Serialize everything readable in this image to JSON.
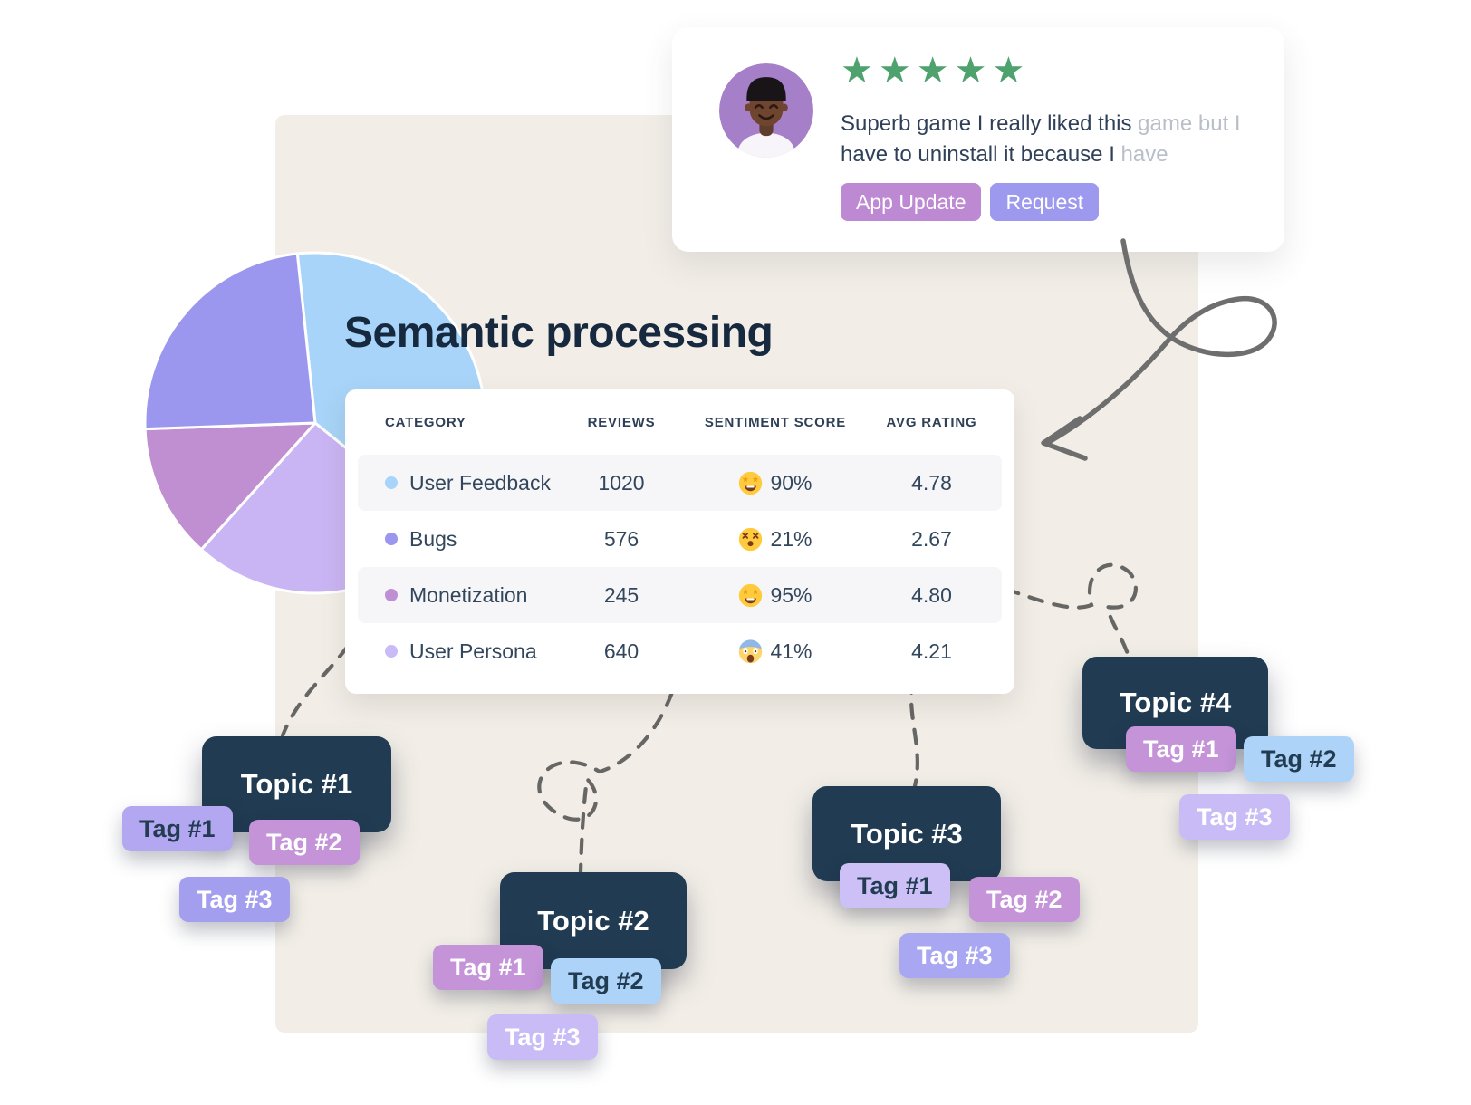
{
  "title": "Semantic processing",
  "colors": {
    "canvas_beige": "#f2eee7",
    "topic_navy": "#213b52",
    "star_green": "#4da26d",
    "mauve": "#c493d8",
    "periwinkle": "#9b96ee",
    "light_blue": "#aed3f8",
    "lavender": "#c9bcf6"
  },
  "review_card": {
    "stars": 5,
    "text_line1_primary": "Superb game I really liked this",
    "text_line1_muted": " game but I",
    "text_line2_primary": "have to uninstall it because I",
    "text_line2_muted": " have",
    "buttons": [
      {
        "label": "App Update",
        "bg": "#bd89d2"
      },
      {
        "label": "Request",
        "bg": "#9c99ef"
      }
    ]
  },
  "table": {
    "headers": [
      "CATEGORY",
      "REVIEWS",
      "SENTIMENT SCORE",
      "AVG RATING"
    ],
    "rows": [
      {
        "category": "User Feedback",
        "dot": "#a7d4f8",
        "reviews": "1020",
        "emoji": "star_struck",
        "score": "90%",
        "rating": "4.78"
      },
      {
        "category": "Bugs",
        "dot": "#9b96ee",
        "reviews": "576",
        "emoji": "dizzy",
        "score": "21%",
        "rating": "2.67"
      },
      {
        "category": "Monetization",
        "dot": "#c08ed4",
        "reviews": "245",
        "emoji": "star_struck",
        "score": "95%",
        "rating": "4.80"
      },
      {
        "category": "User Persona",
        "dot": "#c9bcf6",
        "reviews": "640",
        "emoji": "scream",
        "score": "41%",
        "rating": "4.21"
      }
    ]
  },
  "chart_data": {
    "type": "pie",
    "title": "Semantic processing",
    "legend_position": "none",
    "start_angle_deg": -6,
    "slices": [
      {
        "label": "User Feedback",
        "sweep_deg": 135,
        "percent": 37.5,
        "color": "#a7d4f8"
      },
      {
        "label": "User Persona",
        "sweep_deg": 93,
        "percent": 25.8,
        "color": "#cab5f4"
      },
      {
        "label": "Monetization",
        "sweep_deg": 46,
        "percent": 12.8,
        "color": "#bf8fd2"
      },
      {
        "label": "Bugs",
        "sweep_deg": 86,
        "percent": 23.9,
        "color": "#9b96ee"
      }
    ]
  },
  "topics": [
    {
      "label": "Topic #1",
      "tags": [
        {
          "label": "Tag #1",
          "bg": "#b3a7f2",
          "fg": "#223c52"
        },
        {
          "label": "Tag #2",
          "bg": "#c493d8",
          "fg": "#ffffff"
        },
        {
          "label": "Tag #3",
          "bg": "#a49eef",
          "fg": "#ffffff"
        }
      ]
    },
    {
      "label": "Topic #2",
      "tags": [
        {
          "label": "Tag #1",
          "bg": "#c493d8",
          "fg": "#ffffff"
        },
        {
          "label": "Tag #2",
          "bg": "#aed3f8",
          "fg": "#223c52"
        },
        {
          "label": "Tag #3",
          "bg": "#c9bcf6",
          "fg": "#ffffff"
        }
      ]
    },
    {
      "label": "Topic #3",
      "tags": [
        {
          "label": "Tag #1",
          "bg": "#ccc0f7",
          "fg": "#223c52"
        },
        {
          "label": "Tag #2",
          "bg": "#c493d8",
          "fg": "#ffffff"
        },
        {
          "label": "Tag #3",
          "bg": "#a9a7f2",
          "fg": "#ffffff"
        }
      ]
    },
    {
      "label": "Topic #4",
      "tags": [
        {
          "label": "Tag #1",
          "bg": "#c493d8",
          "fg": "#ffffff"
        },
        {
          "label": "Tag #2",
          "bg": "#aed3f8",
          "fg": "#223c52"
        },
        {
          "label": "Tag #3",
          "bg": "#c9bcf6",
          "fg": "#ffffff"
        }
      ]
    }
  ]
}
